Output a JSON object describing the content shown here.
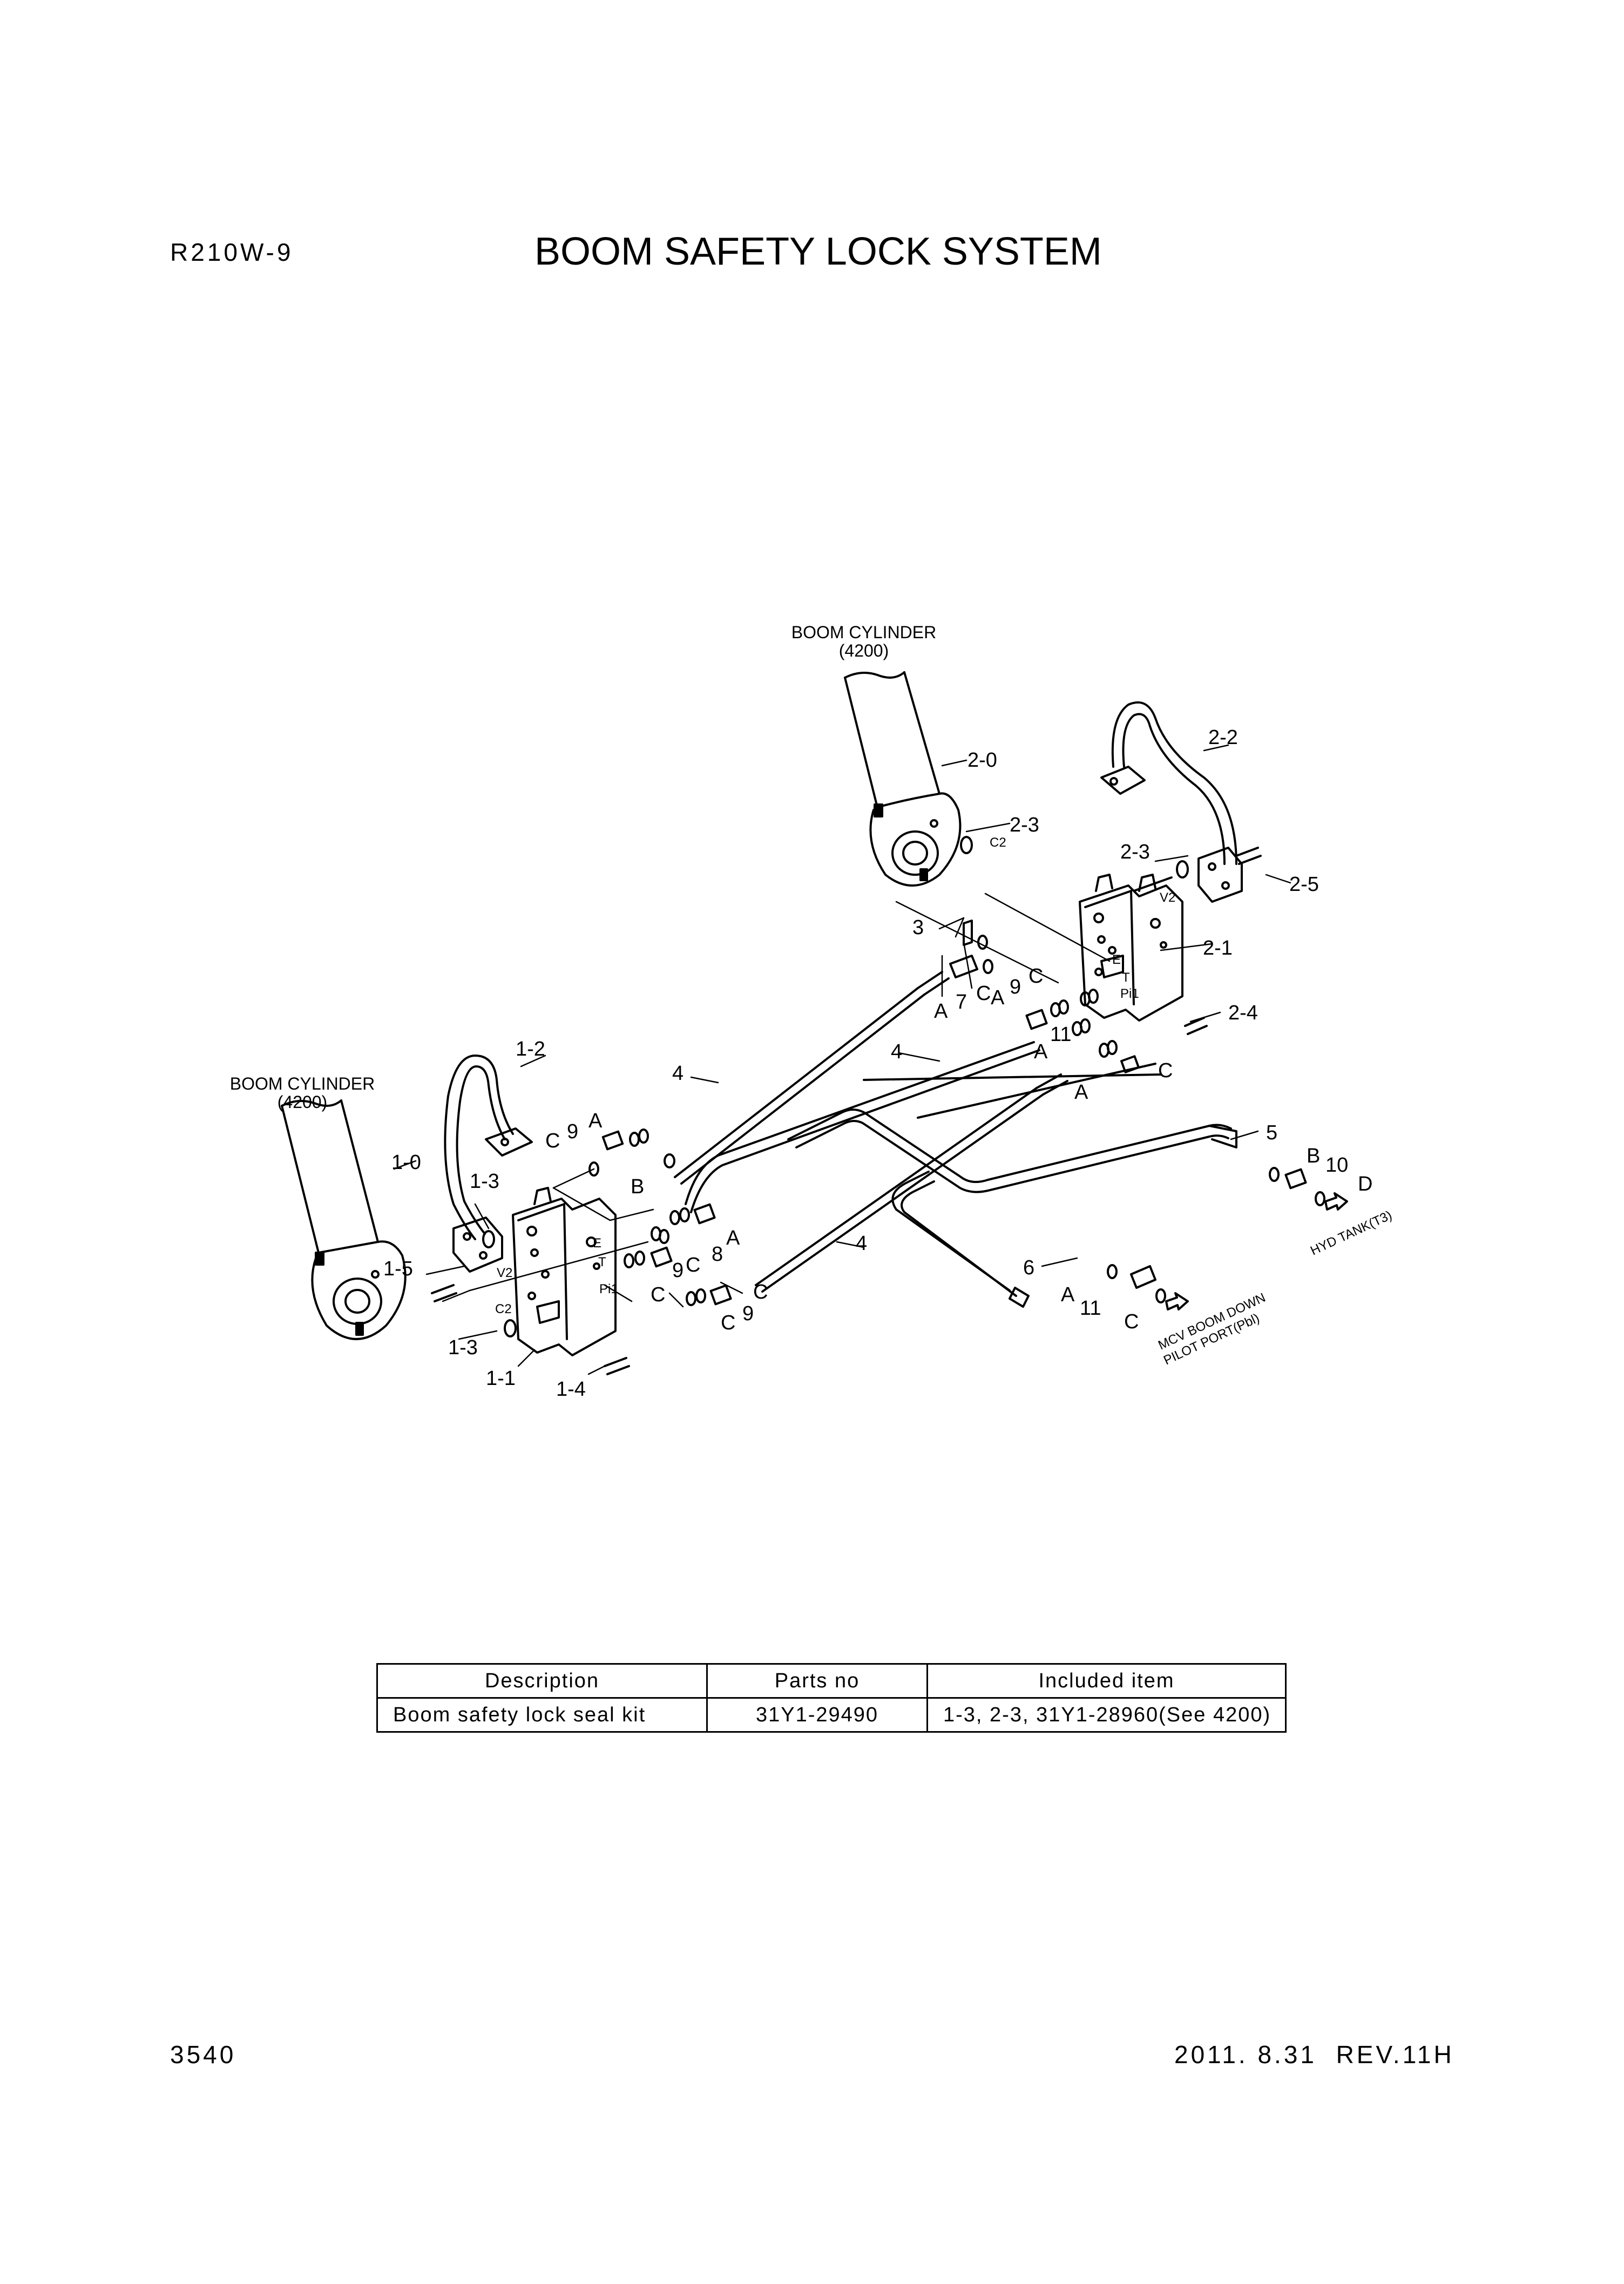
{
  "header": {
    "model": "R210W-9",
    "title": "BOOM SAFETY LOCK SYSTEM"
  },
  "footer": {
    "page_number": "3540",
    "date_rev": "2011. 8.31  REV.11H"
  },
  "callouts": {
    "boom_cylinder_upper": "BOOM CYLINDER",
    "boom_cylinder_upper_ref": "(4200)",
    "boom_cylinder_lower": "BOOM CYLINDER",
    "boom_cylinder_lower_ref": "(4200)",
    "c2_upper": "C2",
    "c2_lower": "C2",
    "v2_upper": "V2",
    "v2_lower": "V2",
    "e_upper": "E",
    "t_upper": "T",
    "pi1_upper": "Pi1",
    "e_lower": "E",
    "t_lower": "T",
    "pi1_lower": "Pi1",
    "p_2_0": "2-0",
    "p_2_2": "2-2",
    "p_2_3a": "2-3",
    "p_2_3b": "2-3",
    "p_2_5": "2-5",
    "p_2_1": "2-1",
    "p_2_4": "2-4",
    "p_3": "3",
    "p_7": "7",
    "p_1_2": "1-2",
    "p_1_0": "1-0",
    "p_1_3a": "1-3",
    "p_1_3b": "1-3",
    "p_1_5": "1-5",
    "p_1_1": "1-1",
    "p_1_4": "1-4",
    "p_4a": "4",
    "p_4b": "4",
    "p_4c": "4",
    "p_5": "5",
    "p_6": "6",
    "p_8": "8",
    "p_9a": "9",
    "p_9b": "9",
    "p_9c": "9",
    "p_9d": "9",
    "p_10": "10",
    "p_11a": "11",
    "p_11b": "11",
    "l_A1": "A",
    "l_A2": "A",
    "l_A3": "A",
    "l_A4": "A",
    "l_A5": "A",
    "l_A6": "A",
    "l_A7": "A",
    "l_B1": "B",
    "l_B2": "B",
    "l_C1": "C",
    "l_C2": "C",
    "l_C3": "C",
    "l_C4": "C",
    "l_C5": "C",
    "l_C6": "C",
    "l_C7": "C",
    "l_C8": "C",
    "l_D": "D",
    "hyd_tank": "HYD TANK(T3)",
    "mcv_1": "MCV BOOM DOWN",
    "mcv_2": "PILOT PORT(Pbl)"
  },
  "kit_table": {
    "headers": [
      "Description",
      "Parts no",
      "Included item"
    ],
    "rows": [
      [
        "Boom safety lock seal kit",
        "31Y1-29490",
        "1-3, 2-3, 31Y1-28960(See 4200)"
      ]
    ]
  }
}
